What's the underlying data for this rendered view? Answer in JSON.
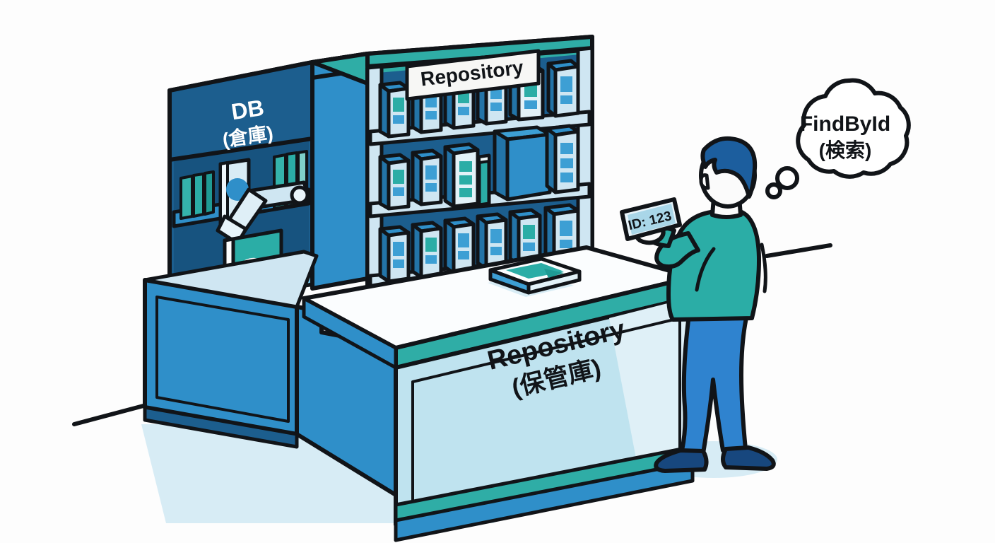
{
  "illustration": {
    "title": "Repository pattern isometric illustration",
    "background_color": "#fdfdfd",
    "outline_color": "#111418"
  },
  "labels": {
    "db_panel": {
      "line1": "DB",
      "line2": "(倉庫)",
      "text_color": "#ffffff",
      "panel_color": "#1c5e8e",
      "name": "db-warehouse-label"
    },
    "shelf_sign": {
      "text": "Repository",
      "text_color": "#111418",
      "plaque_color": "#f7f7f5",
      "name": "repository-shelf-sign"
    },
    "counter_front": {
      "line1": "Repository",
      "line2": "(保管庫)",
      "text_color": "#111418",
      "panel_color": "#bfe3ef",
      "name": "repository-counter-label"
    },
    "id_card": {
      "text": "ID: 123",
      "text_color": "#111418",
      "card_color": "#a9d6e8",
      "name": "id-card-label"
    },
    "thought_bubble": {
      "line1": "FindById",
      "line2": "(検索)",
      "text_color": "#111418",
      "bubble_color": "#ffffff",
      "name": "findbyid-thought-bubble"
    }
  },
  "palette": {
    "teal_top": "#2fada6",
    "teal_accent": "#35b3ab",
    "teal_dark": "#1f9b94",
    "blue_mid": "#2f8fc9",
    "blue_deep": "#1c5e8e",
    "blue_navy": "#18537f",
    "blue_light": "#79bfe0",
    "ice": "#cfe6f2",
    "ice_pale": "#e3f2f8",
    "white_panel": "#f7fbfd",
    "shadow": "#cfe8f2",
    "skin": "#fbfbfb",
    "hair": "#1c5e9e",
    "sweater": "#2bada6",
    "jeans": "#2f83cf",
    "shoes": "#17477e"
  },
  "scene": {
    "shelf_unit": {
      "name": "repository-shelf-unit",
      "shelf_rows": 3,
      "top_surface_color": "#2fada6"
    },
    "db_warehouse": {
      "name": "db-warehouse-section",
      "robot_arm": "robot-arm",
      "conveyor": "conveyor-belt"
    },
    "counter": {
      "name": "service-counter",
      "top_color": "#fbfdfe",
      "front_color": "#bfe3ef"
    },
    "book_on_counter": {
      "name": "book-on-counter"
    },
    "person": {
      "name": "customer-figure",
      "pose": "back-view-holding-card"
    },
    "floor_shadow": {
      "name": "floor-shadow"
    },
    "horizon_left": {
      "name": "horizon-line-left"
    },
    "horizon_right": {
      "name": "horizon-line-right"
    }
  }
}
